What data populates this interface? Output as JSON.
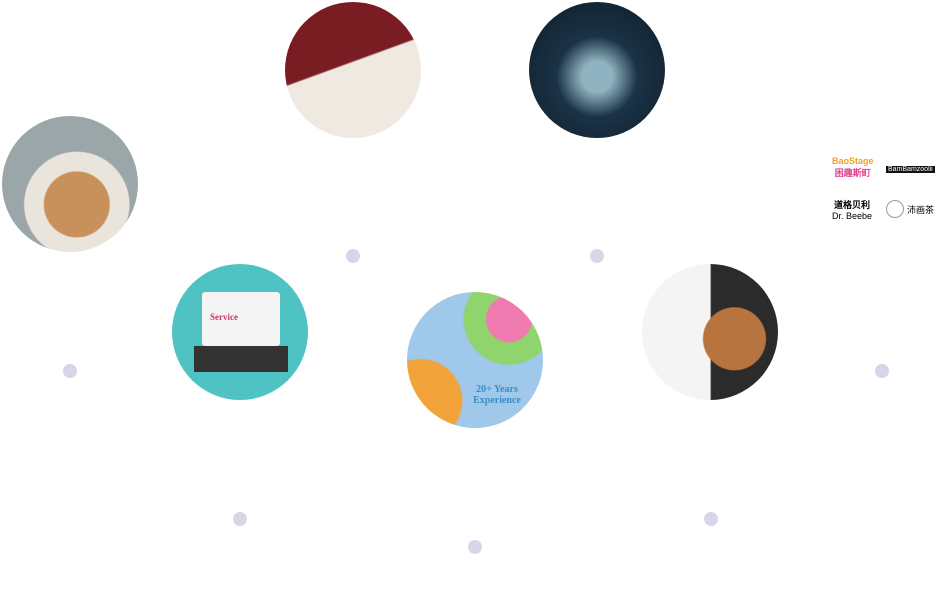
{
  "circles": [
    {
      "name": "teddy-factory-image"
    },
    {
      "name": "writing-image"
    },
    {
      "name": "shield-security-image"
    },
    {
      "name": "service-laptop-image",
      "text": "Service"
    },
    {
      "name": "world-map-image",
      "text": "20+ Years Experience"
    },
    {
      "name": "plush-design-image"
    }
  ],
  "logos": [
    {
      "line1": "BaoStage",
      "line2": "困趣斯町"
    },
    {
      "line1": "BamBamzoolii"
    },
    {
      "line1": "道格贝利",
      "line2": "Dr. Beebe"
    },
    {
      "line1": "沛画茶"
    }
  ],
  "colors": {
    "dot": "#d9d5e8"
  }
}
